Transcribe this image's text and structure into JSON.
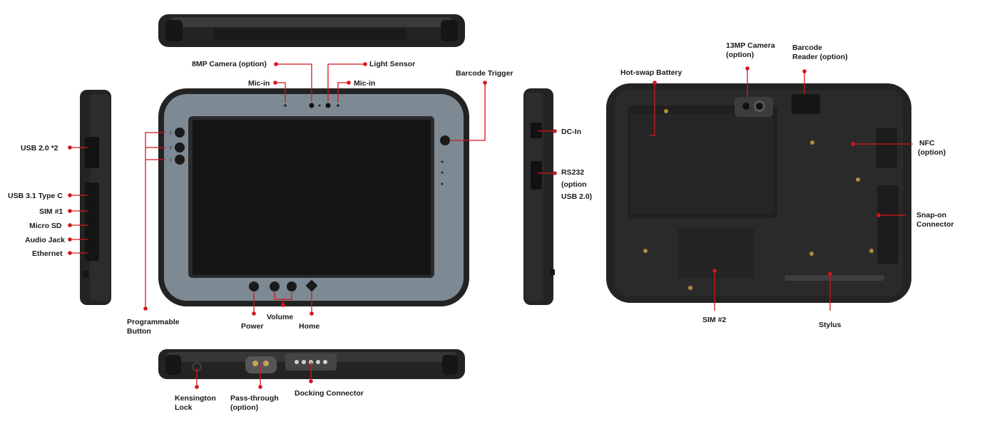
{
  "labels": {
    "camera_8mp": "8MP Camera (option)",
    "light_sensor": "Light Sensor",
    "mic_in_left": "Mic-in",
    "mic_in_right": "Mic-in",
    "barcode_trigger": "Barcode Trigger",
    "usb20": "USB 2.0 *2",
    "usb31_typec": "USB 3.1  Type C",
    "sim1": "SIM #1",
    "micro_sd": "Micro SD",
    "audio_jack": "Audio Jack",
    "ethernet": "Ethernet",
    "dc_in": "DC-In",
    "rs232_line1": "RS232",
    "rs232_line2": "(option",
    "rs232_line3": "USB 2.0)",
    "programmable_line1": "Programmable",
    "programmable_line2": "Button",
    "power": "Power",
    "volume": "Volume",
    "home": "Home",
    "kensington_line1": "Kensington",
    "kensington_line2": "Lock",
    "passthrough_line1": "Pass-through",
    "passthrough_line2": "(option)",
    "docking_connector": "Docking Connector",
    "camera_13mp_line1": "13MP Camera",
    "camera_13mp_line2": "(option)",
    "barcode_reader_line1": "Barcode",
    "barcode_reader_line2": "Reader (option)",
    "hotswap_battery": "Hot-swap Battery",
    "nfc_line1": "NFC",
    "nfc_line2": "(option)",
    "snapon_line1": "Snap-on",
    "snapon_line2": "Connector",
    "sim2": "SIM #2",
    "stylus": "Stylus"
  },
  "colors": {
    "callout": "#d4161c",
    "bezel": "#7d8a94",
    "rubber": "#232323",
    "screen": "#151515"
  }
}
